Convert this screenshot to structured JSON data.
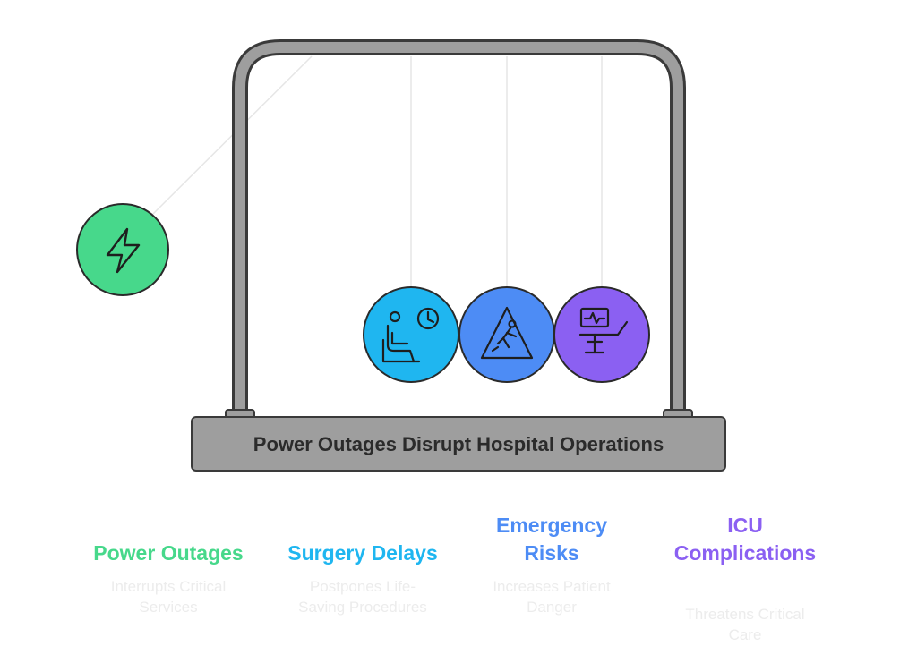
{
  "diagram": {
    "base_label": "Power Outages Disrupt Hospital Operations",
    "colors": {
      "frame": "#9e9e9e",
      "frame_stroke": "#3a3a3a",
      "string": "#e6e6e6"
    },
    "balls": [
      {
        "icon": "lightning-bolt-icon",
        "color": "#47d88b"
      },
      {
        "icon": "waiting-room-clock-icon",
        "color": "#1fb6f0"
      },
      {
        "icon": "warning-slip-icon",
        "color": "#4d8cf5"
      },
      {
        "icon": "monitor-surgical-bed-icon",
        "color": "#8b60f2"
      }
    ]
  },
  "columns": [
    {
      "title": "Power Outages",
      "description": "Interrupts Critical\nServices",
      "color": "#47d88b"
    },
    {
      "title": "Surgery Delays",
      "description": "Postpones Life-\nSaving Procedures",
      "color": "#1fb6f0"
    },
    {
      "title": "Emergency\nRisks",
      "description": "Increases Patient\nDanger",
      "color": "#4d8cf5"
    },
    {
      "title": "ICU\nComplications",
      "description": "Threatens Critical\nCare",
      "color": "#8b60f2"
    }
  ]
}
